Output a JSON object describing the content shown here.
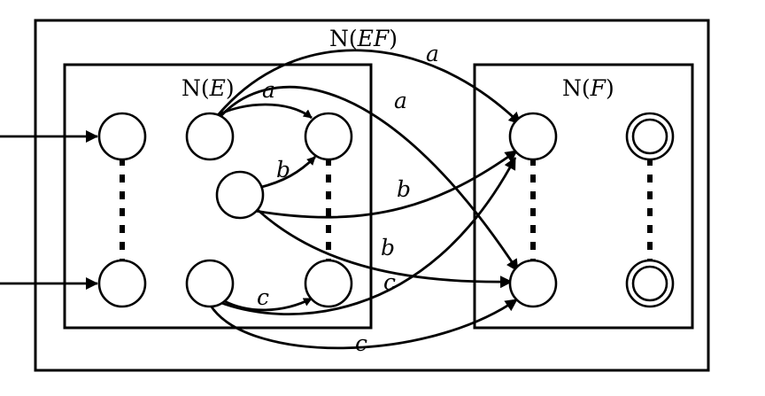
{
  "titles": {
    "outer": {
      "prefix": "N(",
      "var": "EF",
      "suffix": ")"
    },
    "left": {
      "prefix": "N(",
      "var": "E",
      "suffix": ")"
    },
    "right": {
      "prefix": "N(",
      "var": "F",
      "suffix": ")"
    }
  },
  "edge_labels": {
    "a1": "a",
    "a2": "a",
    "a3": "a",
    "b1": "b",
    "b2": "b",
    "b3": "b",
    "c1": "c",
    "c2": "c",
    "c3": "c"
  }
}
